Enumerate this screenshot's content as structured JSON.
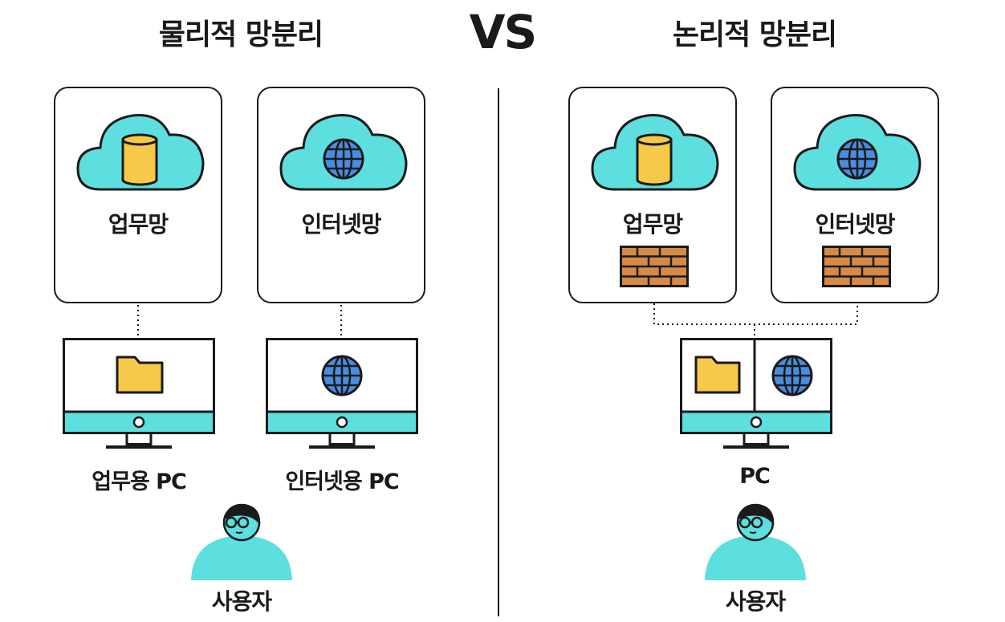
{
  "left": {
    "title": "물리적 망분리",
    "networks": [
      "업무망",
      "인터넷망"
    ],
    "pcs": [
      "업무용 PC",
      "인터넷용 PC"
    ],
    "user": "사용자"
  },
  "vs": "VS",
  "right": {
    "title": "논리적 망분리",
    "networks": [
      "업무망",
      "인터넷망"
    ],
    "pc": "PC",
    "user": "사용자"
  },
  "colors": {
    "cloud": "#5ddfe0",
    "database": "#f7c948",
    "globe": "#4a8de0",
    "folder": "#f7c948",
    "brick": "#d58a47",
    "outline": "#1a1a1a"
  },
  "icons": [
    "cloud-icon",
    "database-icon",
    "globe-icon",
    "folder-icon",
    "firewall-icon",
    "monitor-icon",
    "user-icon"
  ]
}
